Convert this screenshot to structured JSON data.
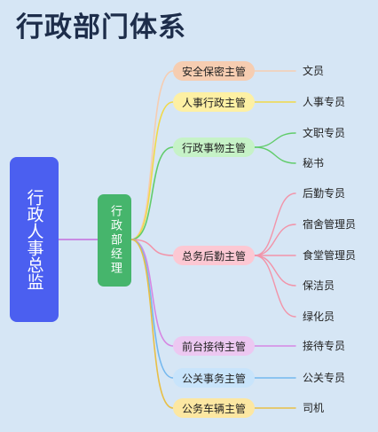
{
  "title": "行政部门体系",
  "root": "行政人事总监",
  "manager": "行政部经理",
  "branches": [
    {
      "supervisor": "安全保密主管",
      "staff": [
        "文员"
      ],
      "color": "#f6cdb1",
      "line": "#f6cdb1"
    },
    {
      "supervisor": "人事行政主管",
      "staff": [
        "人事专员"
      ],
      "color": "#fdf0a4",
      "line": "#f1d94a"
    },
    {
      "supervisor": "行政事物主管",
      "staff": [
        "文职专员",
        "秘书"
      ],
      "color": "#c6f2c7",
      "line": "#62cc6b"
    },
    {
      "supervisor": "总务后勤主管",
      "staff": [
        "后勤专员",
        "宿舍管理员",
        "食堂管理员",
        "保洁员",
        "绿化员"
      ],
      "color": "#fcc8d3",
      "line": "#f294a9"
    },
    {
      "supervisor": "前台接待主管",
      "staff": [
        "接待专员"
      ],
      "color": "#ecc8f1",
      "line": "#d687e3"
    },
    {
      "supervisor": "公关事务主管",
      "staff": [
        "公关专员"
      ],
      "color": "#c8e4fb",
      "line": "#74b8ef"
    },
    {
      "supervisor": "公务车辆主管",
      "staff": [
        "司机"
      ],
      "color": "#fce7a2",
      "line": "#e8bf46"
    }
  ]
}
